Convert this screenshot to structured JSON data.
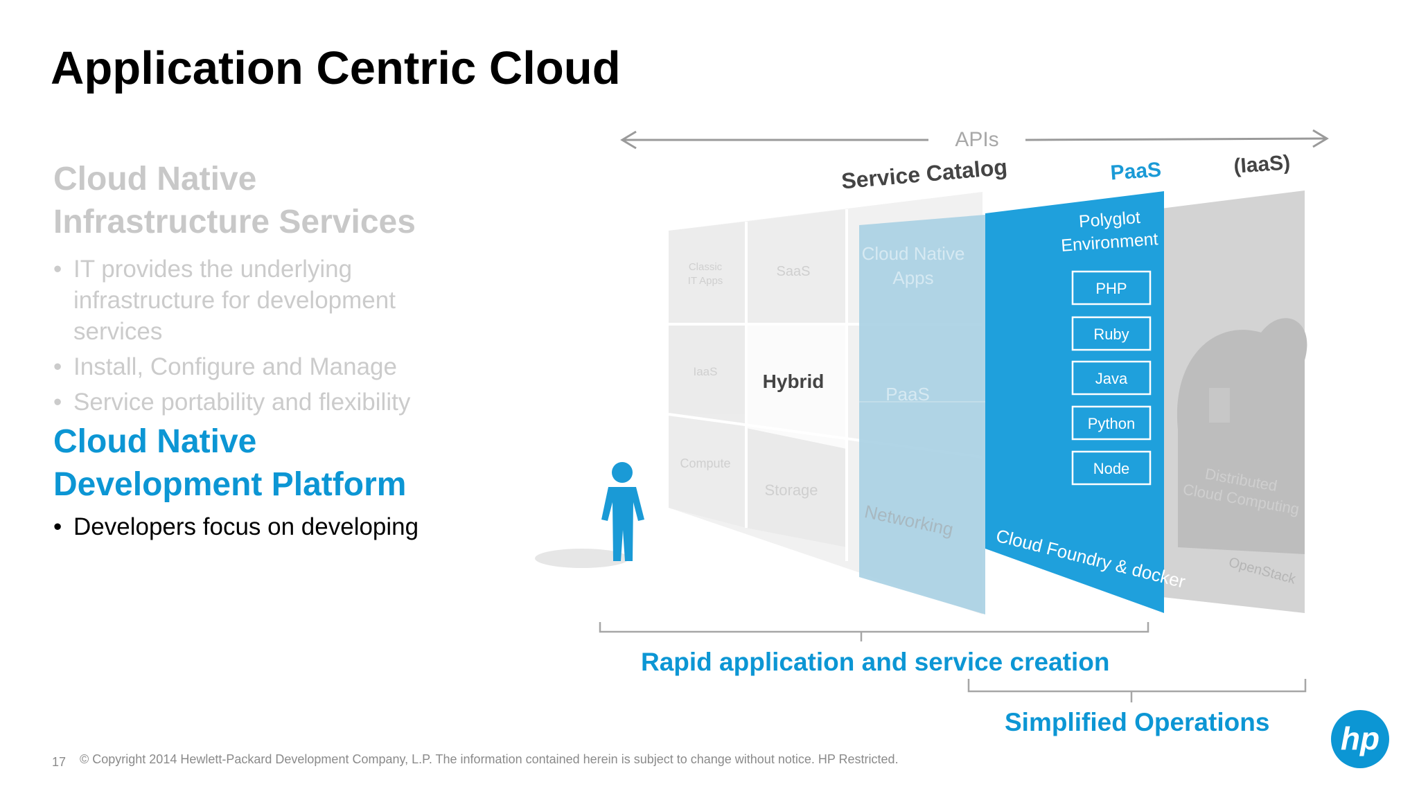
{
  "slide": {
    "title": "Application Centric Cloud",
    "section1": {
      "heading_line1": "Cloud Native",
      "heading_line2": "Infrastructure Services",
      "bullets": [
        "IT provides the underlying infrastructure for development services",
        "Install, Configure and Manage",
        "Service portability and flexibility"
      ]
    },
    "section2": {
      "heading_line1": "Cloud Native",
      "heading_line2": "Development Platform",
      "bullets": [
        "Developers focus on developing"
      ]
    }
  },
  "diagram": {
    "apis_label": "APIs",
    "service_catalog_label": "Service Catalog",
    "paas_label": "PaaS",
    "iaas_label": "(IaaS)",
    "grid_cells": {
      "classic_it_apps_line1": "Classic",
      "classic_it_apps_line2": "IT Apps",
      "saas": "SaaS",
      "iaas": "IaaS",
      "hybrid": "Hybrid",
      "compute": "Compute",
      "storage": "Storage"
    },
    "service_catalog_panel": {
      "cloud_native_apps_line1": "Cloud Native",
      "cloud_native_apps_line2": "Apps",
      "paas": "PaaS",
      "networking": "Networking"
    },
    "paas_panel": {
      "polyglot_line1": "Polyglot",
      "polyglot_line2": "Environment",
      "languages": [
        "PHP",
        "Ruby",
        "Java",
        "Python",
        "Node"
      ],
      "footer": "Cloud Foundry & docker"
    },
    "iaas_panel": {
      "distributed_line1": "Distributed",
      "distributed_line2": "Cloud Computing",
      "openstack": "OpenStack"
    },
    "rapid_label": "Rapid application and service creation",
    "simplified_label": "Simplified Operations"
  },
  "footer": {
    "page_number": "17",
    "copyright": "© Copyright 2014 Hewlett-Packard Development Company, L.P.  The information contained herein is subject to change without notice. HP Restricted."
  },
  "logo": {
    "text": "hp",
    "color": "#0c96d4"
  },
  "colors": {
    "accent": "#0c96d4",
    "muted": "#c8c8c8",
    "paas_blue": "#1fa0dc"
  }
}
